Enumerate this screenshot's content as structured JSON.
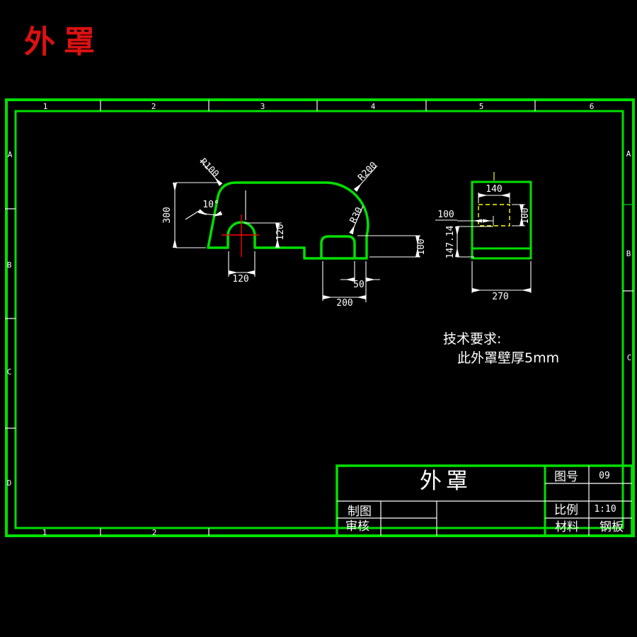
{
  "page_title": "外罩",
  "colors": {
    "line_green": "#00e000",
    "dim_white": "#ffffff",
    "center_red": "#ff0000",
    "hidden_yellow": "#ffff00",
    "title_red": "#dd1111"
  },
  "zones": {
    "top": [
      "1",
      "2",
      "3",
      "4",
      "5",
      "6"
    ],
    "bottom": [
      "1",
      "2"
    ],
    "left": [
      "A",
      "B",
      "C",
      "D"
    ],
    "right": [
      "A",
      "B",
      "C"
    ]
  },
  "dims": {
    "r100": "R100",
    "r200": "R200",
    "r30": "R30",
    "height": "300",
    "draft_angle": "10°",
    "arch_height": "120",
    "arch_width": "120",
    "step_width": "50",
    "base_width": "200",
    "flange_height": "100",
    "hole_width": "140",
    "hole_height": "100",
    "hole_offset": "100",
    "flange_to_hole": "147.14",
    "side_width": "270"
  },
  "tech_req": {
    "title": "技术要求:",
    "item": "此外罩壁厚5mm"
  },
  "title_block": {
    "part_name": "外罩",
    "drawing_no_label": "图号",
    "drawing_no": "09",
    "scale_label": "比例",
    "scale": "1:10",
    "material_label": "材料",
    "material": "钢板",
    "drafter_label": "制图",
    "checker_label": "审核"
  }
}
